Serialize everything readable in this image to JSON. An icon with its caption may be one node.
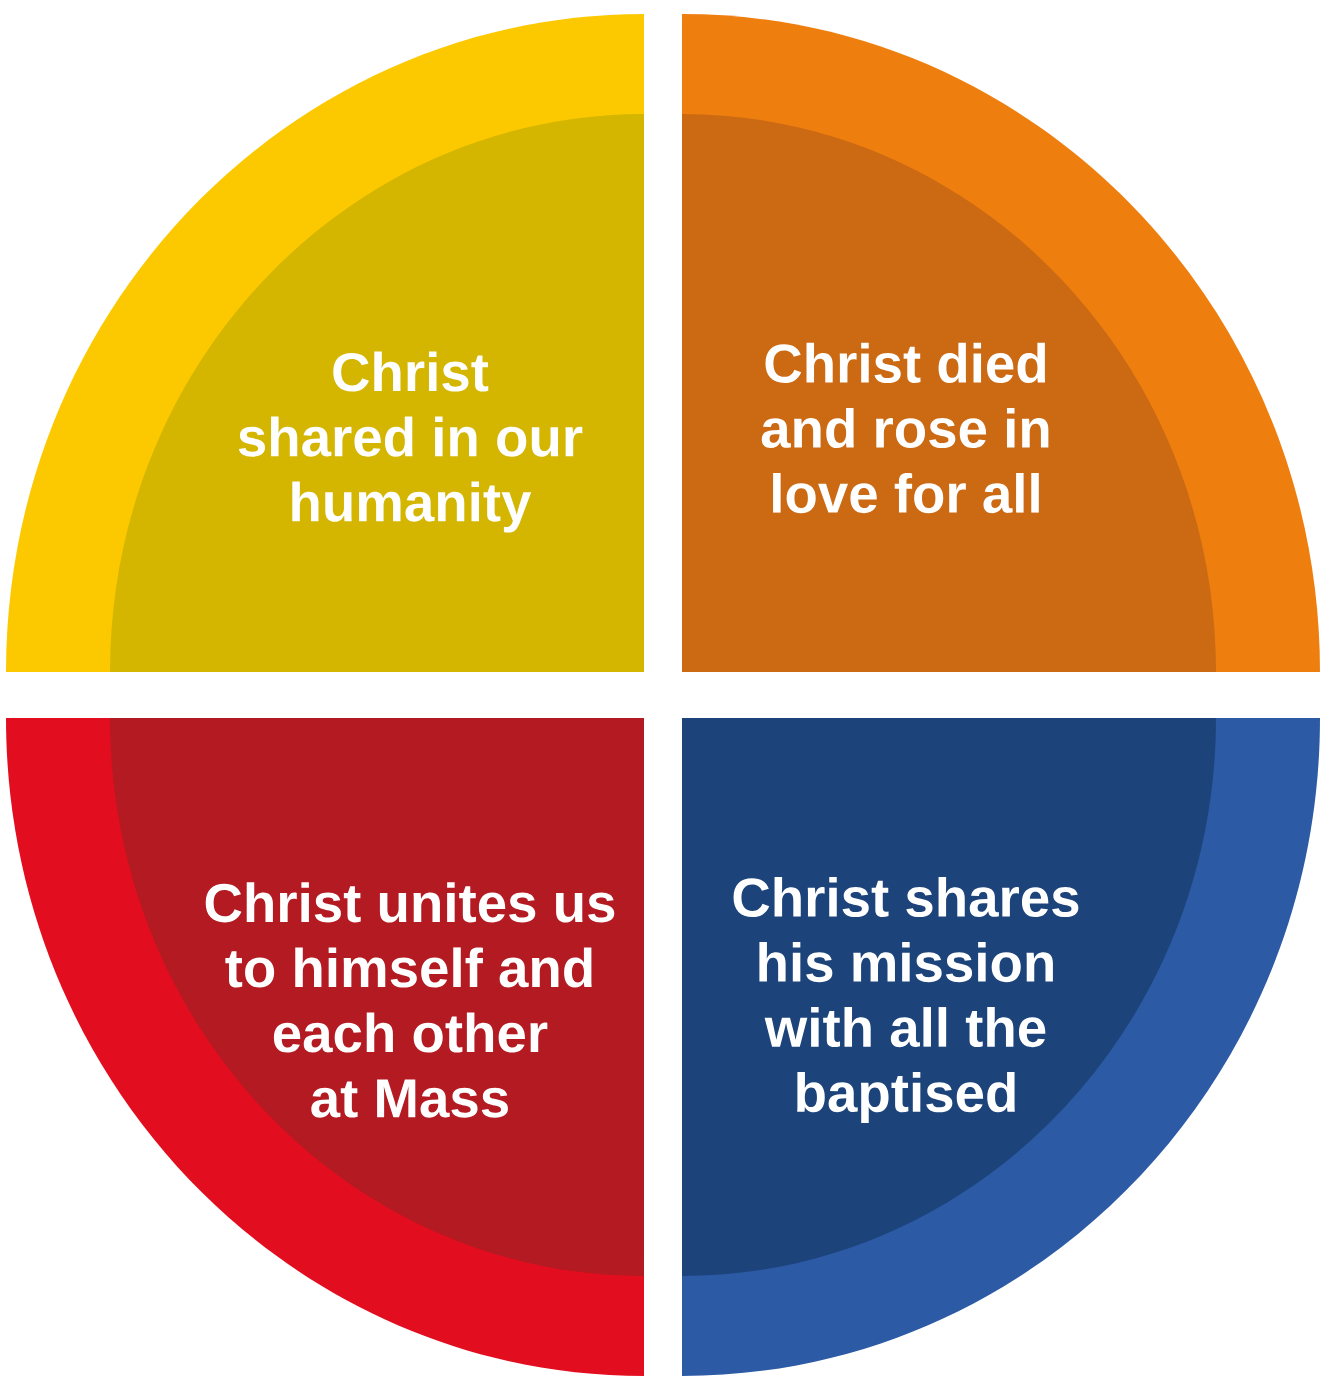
{
  "diagram": {
    "nodes": [
      {
        "text": [
          "Christ shared in our humanity"
        ]
      },
      {
        "text": [
          "Christ died and rose in love for all"
        ]
      },
      {
        "text": [
          "Christ unites us to himself and each other at Mass"
        ]
      },
      {
        "text": [
          "Christ shares his mission with all the baptised"
        ]
      }
    ]
  }
}
